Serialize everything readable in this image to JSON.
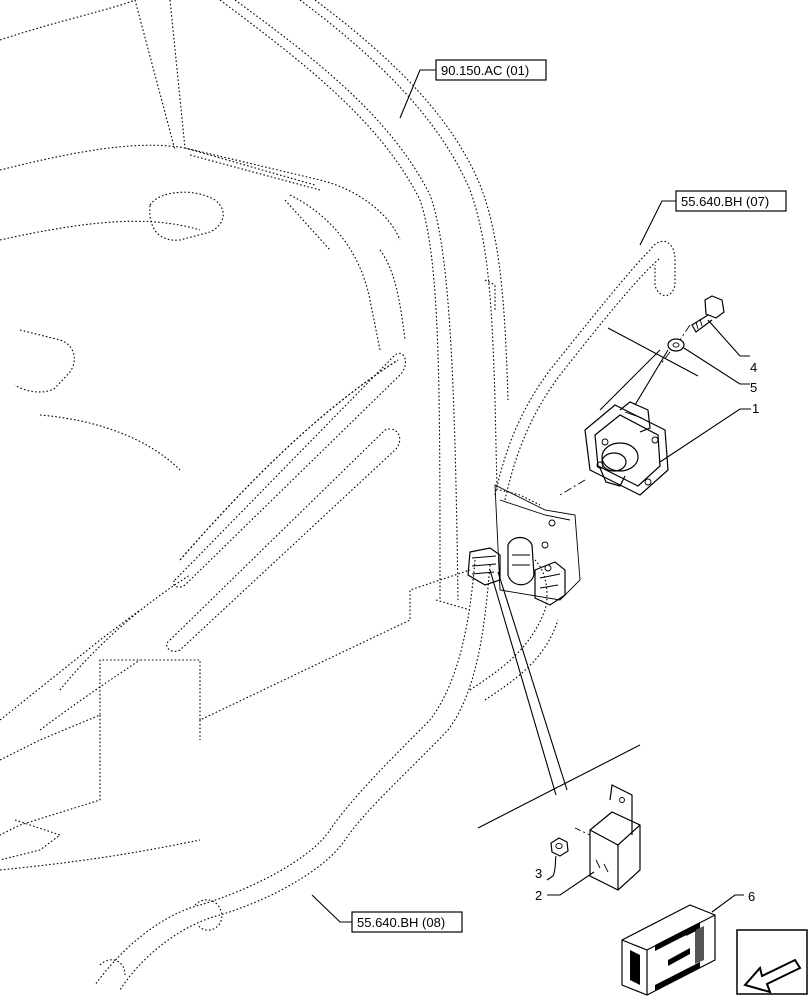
{
  "references": {
    "top": "90.150.AC (01)",
    "right": "55.640.BH (07)",
    "bottom": "55.640.BH (08)"
  },
  "callouts": {
    "c1": "1",
    "c2": "2",
    "c3": "3",
    "c4": "4",
    "c5": "5",
    "c6": "6"
  },
  "icons": {
    "kit": "kit-box-icon",
    "navigation": "view-direction-arrow-icon"
  }
}
